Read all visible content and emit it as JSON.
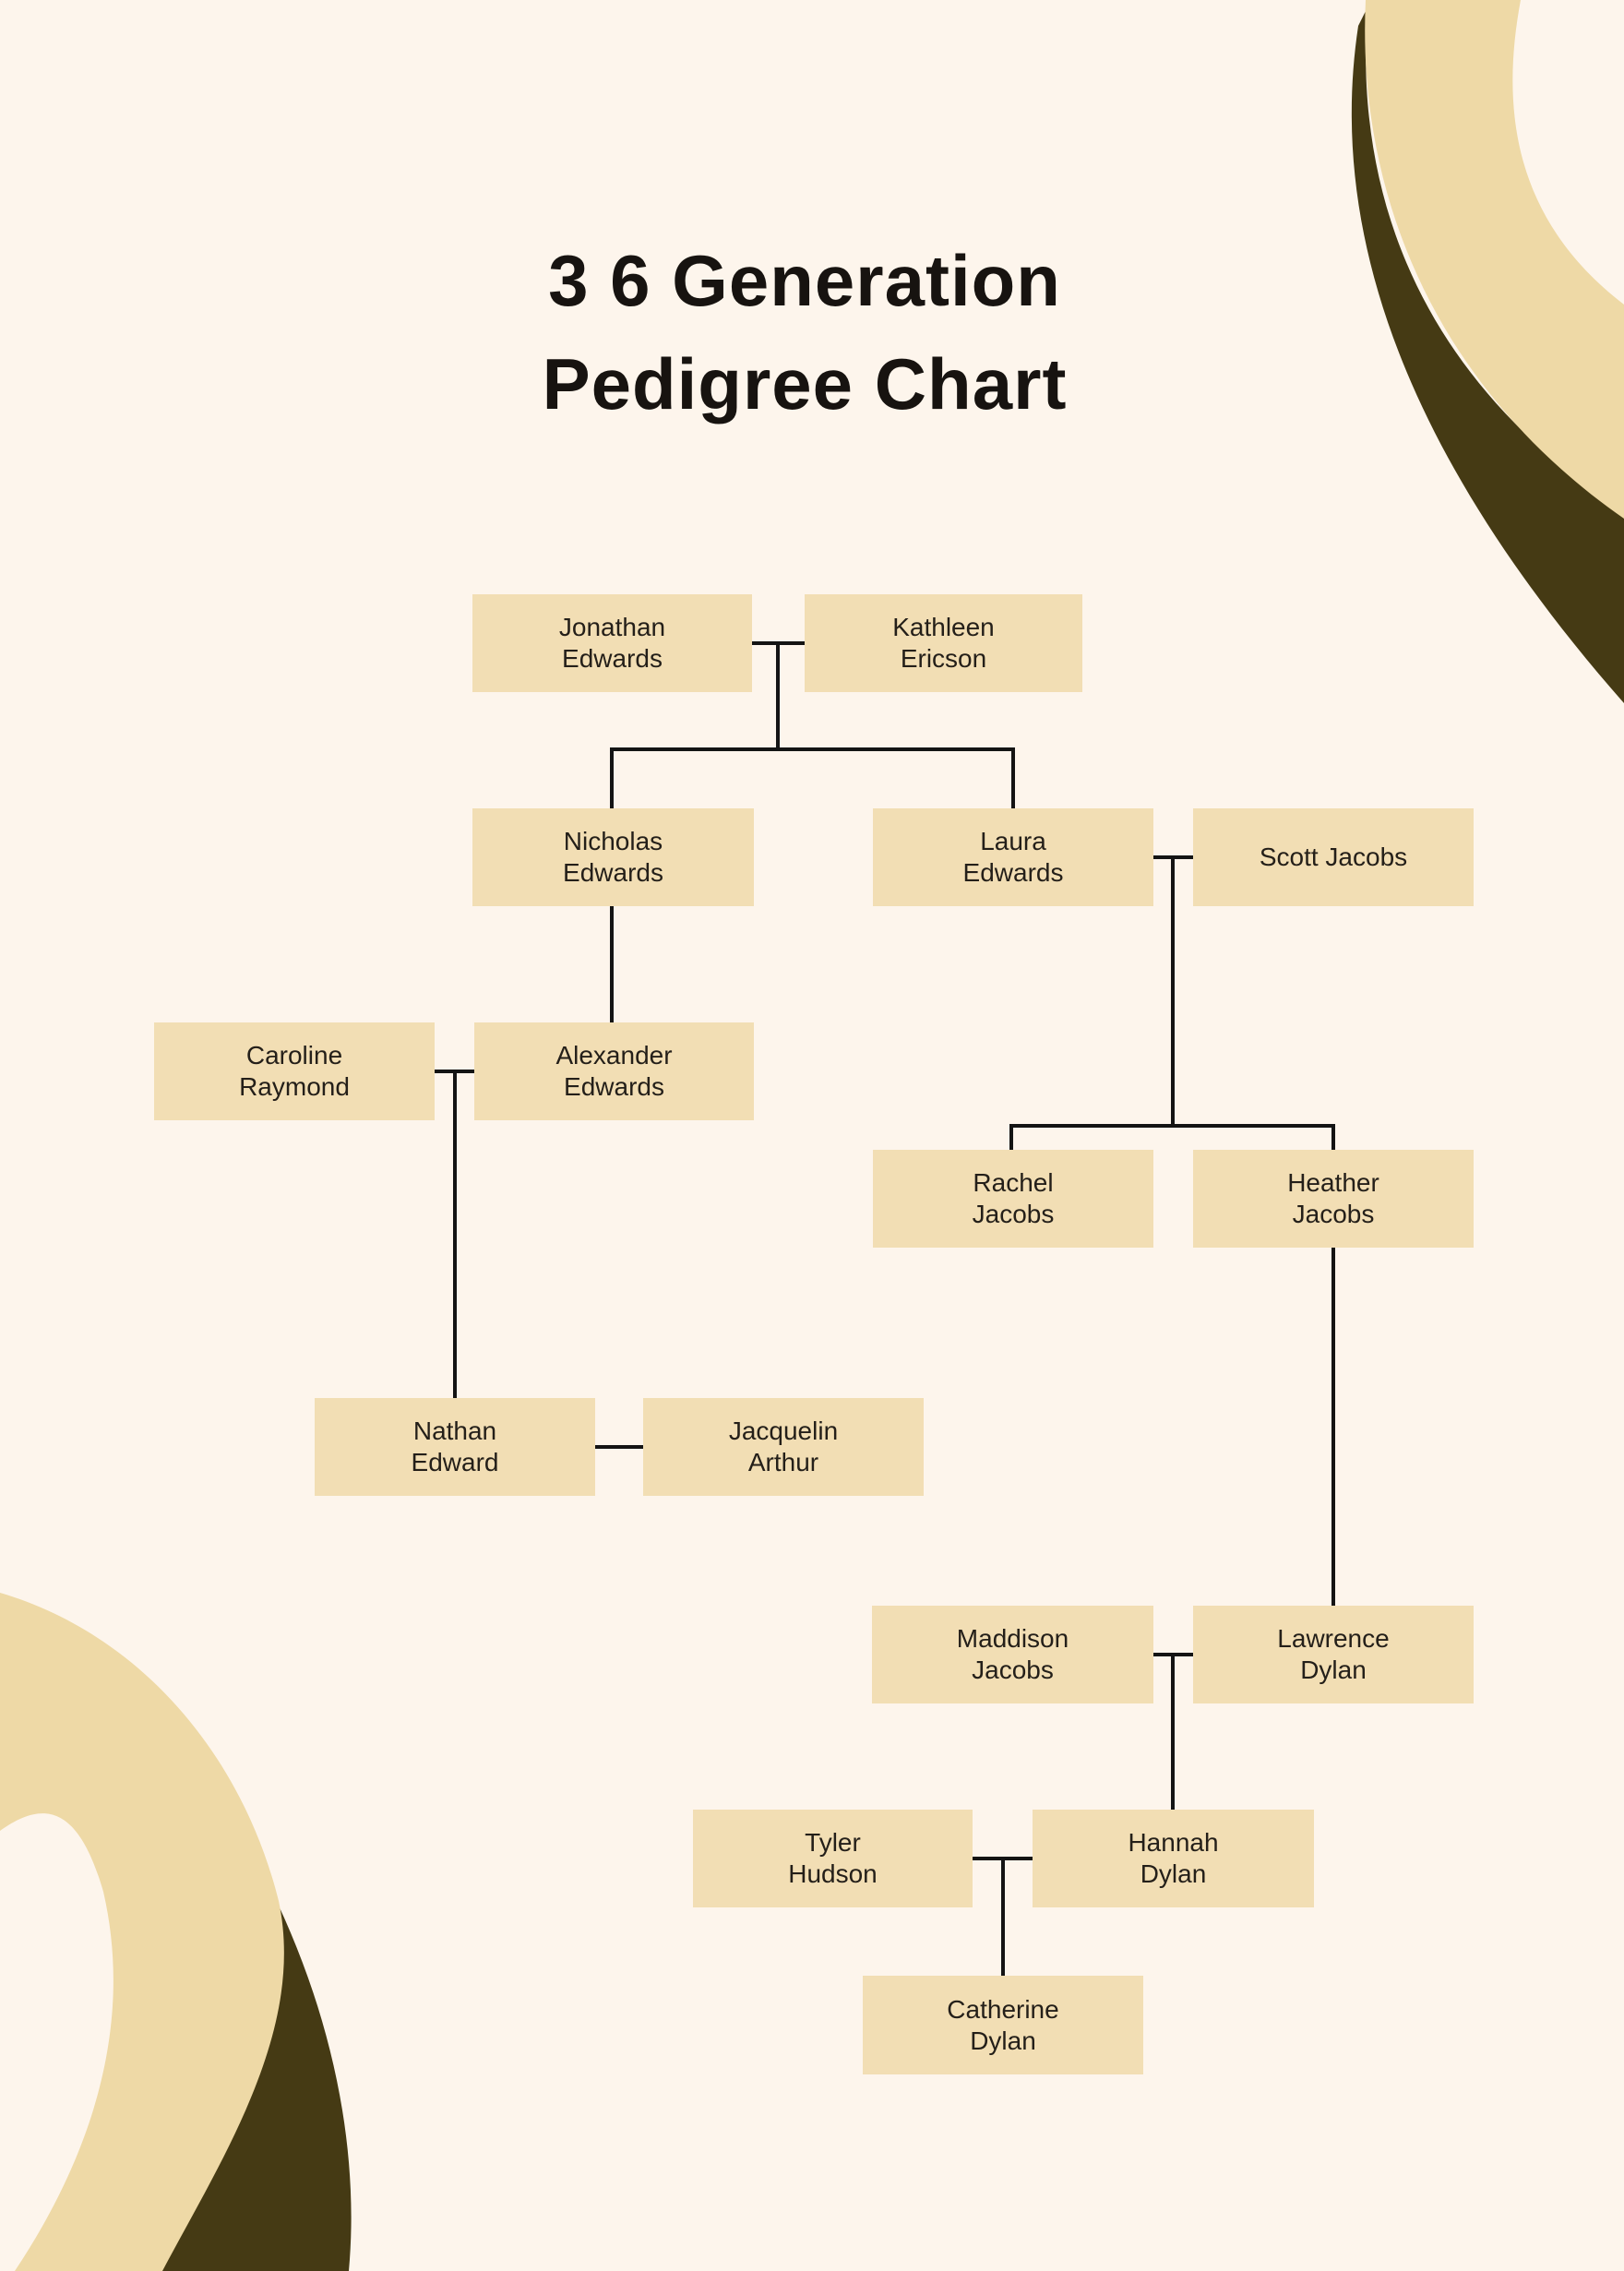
{
  "title": {
    "line1": "3 6 Generation",
    "line2": "Pedigree Chart"
  },
  "palette": {
    "background": "#fdf5ec",
    "box_fill": "#f2deb4",
    "box_text": "#241f19",
    "connector_line": "#141414",
    "title_color": "#171310",
    "deco_tan": "#eed9a6",
    "deco_brown": "#453a14"
  },
  "nodes": [
    {
      "name": "Jonathan Edwards",
      "line1": "Jonathan",
      "line2": "Edwards"
    },
    {
      "name": "Kathleen Ericson",
      "line1": "Kathleen",
      "line2": "Ericson"
    },
    {
      "name": "Nicholas Edwards",
      "line1": "Nicholas",
      "line2": "Edwards"
    },
    {
      "name": "Laura Edwards",
      "line1": "Laura",
      "line2": "Edwards"
    },
    {
      "name": "Scott Jacobs",
      "line1": "Scott Jacobs"
    },
    {
      "name": "Caroline Raymond",
      "line1": "Caroline",
      "line2": "Raymond"
    },
    {
      "name": "Alexander Edwards",
      "line1": "Alexander",
      "line2": "Edwards"
    },
    {
      "name": "Rachel Jacobs",
      "line1": "Rachel",
      "line2": "Jacobs"
    },
    {
      "name": "Heather Jacobs",
      "line1": "Heather",
      "line2": "Jacobs"
    },
    {
      "name": "Nathan Edward",
      "line1": "Nathan",
      "line2": "Edward"
    },
    {
      "name": "Jacquelin Arthur",
      "line1": "Jacquelin",
      "line2": "Arthur"
    },
    {
      "name": "Maddison Jacobs",
      "line1": "Maddison",
      "line2": "Jacobs"
    },
    {
      "name": "Lawrence Dylan",
      "line1": "Lawrence",
      "line2": "Dylan"
    },
    {
      "name": "Tyler Hudson",
      "line1": "Tyler",
      "line2": "Hudson"
    },
    {
      "name": "Hannah Dylan",
      "line1": "Hannah",
      "line2": "Dylan"
    },
    {
      "name": "Catherine Dylan",
      "line1": "Catherine",
      "line2": "Dylan"
    }
  ],
  "relationships": {
    "couples": [
      [
        "Jonathan Edwards",
        "Kathleen Ericson"
      ],
      [
        "Laura Edwards",
        "Scott Jacobs"
      ],
      [
        "Caroline Raymond",
        "Alexander Edwards"
      ],
      [
        "Nathan Edward",
        "Jacquelin Arthur"
      ],
      [
        "Maddison Jacobs",
        "Lawrence Dylan"
      ],
      [
        "Tyler Hudson",
        "Hannah Dylan"
      ]
    ],
    "parent_child": [
      {
        "parents": [
          "Jonathan Edwards",
          "Kathleen Ericson"
        ],
        "children": [
          "Nicholas Edwards",
          "Laura Edwards"
        ]
      },
      {
        "parents": [
          "Laura Edwards",
          "Scott Jacobs"
        ],
        "children": [
          "Rachel Jacobs",
          "Heather Jacobs"
        ]
      },
      {
        "parents": [
          "Nicholas Edwards"
        ],
        "children": [
          "Alexander Edwards"
        ]
      },
      {
        "parents": [
          "Caroline Raymond",
          "Alexander Edwards"
        ],
        "children": [
          "Nathan Edward"
        ]
      },
      {
        "parents": [
          "Heather Jacobs"
        ],
        "children": [
          "Lawrence Dylan"
        ]
      },
      {
        "parents": [
          "Maddison Jacobs",
          "Lawrence Dylan"
        ],
        "children": [
          "Hannah Dylan"
        ]
      },
      {
        "parents": [
          "Tyler Hudson",
          "Hannah Dylan"
        ],
        "children": [
          "Catherine Dylan"
        ]
      }
    ]
  }
}
